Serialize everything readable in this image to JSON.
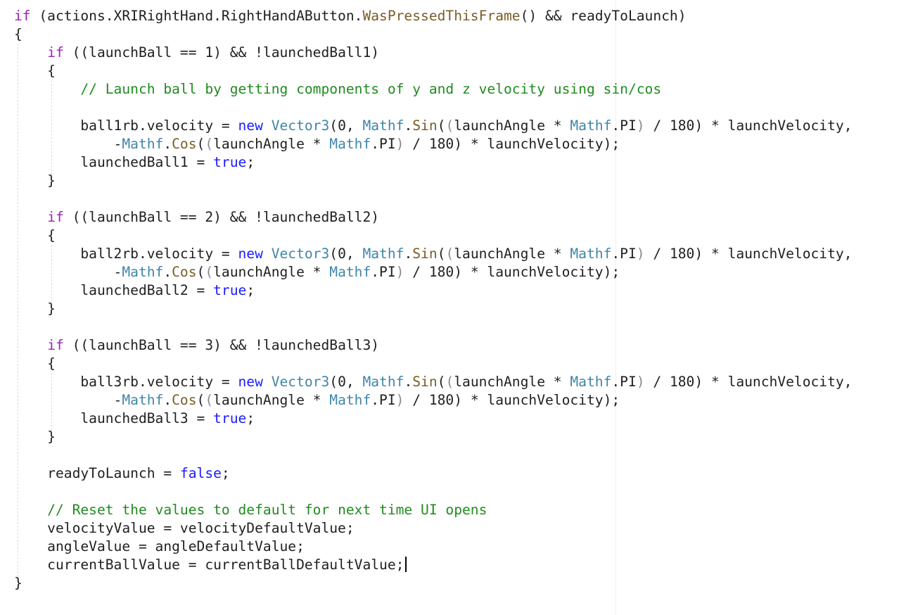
{
  "editor": {
    "lines": [
      [
        {
          "t": "if",
          "c": "kw"
        },
        {
          "t": " (actions.XRIRightHand.RightHandAButton.",
          "c": ""
        },
        {
          "t": "WasPressedThisFrame",
          "c": "mt"
        },
        {
          "t": "() && readyToLaunch)",
          "c": ""
        }
      ],
      [
        {
          "t": "{",
          "c": ""
        }
      ],
      [
        {
          "t": "    ",
          "c": ""
        },
        {
          "t": "if",
          "c": "kw"
        },
        {
          "t": " ((launchBall == 1) && !launchedBall1)",
          "c": ""
        }
      ],
      [
        {
          "t": "    {",
          "c": ""
        }
      ],
      [
        {
          "t": "        ",
          "c": ""
        },
        {
          "t": "// Launch ball by getting components of y and z velocity using sin/cos",
          "c": "cm"
        }
      ],
      [],
      [
        {
          "t": "        ball1rb.velocity = ",
          "c": ""
        },
        {
          "t": "new",
          "c": "bl"
        },
        {
          "t": " ",
          "c": ""
        },
        {
          "t": "Vector3",
          "c": "ty"
        },
        {
          "t": "(0, ",
          "c": ""
        },
        {
          "t": "Mathf",
          "c": "ty"
        },
        {
          "t": ".",
          "c": ""
        },
        {
          "t": "Sin",
          "c": "mt"
        },
        {
          "t": "(",
          "c": ""
        },
        {
          "t": "(",
          "c": "pa"
        },
        {
          "t": "launchAngle * ",
          "c": ""
        },
        {
          "t": "Mathf",
          "c": "ty"
        },
        {
          "t": ".PI",
          "c": ""
        },
        {
          "t": ")",
          "c": "pa"
        },
        {
          "t": " / 180) * launchVelocity,",
          "c": ""
        }
      ],
      [
        {
          "t": "            -",
          "c": ""
        },
        {
          "t": "Mathf",
          "c": "ty"
        },
        {
          "t": ".",
          "c": ""
        },
        {
          "t": "Cos",
          "c": "mt"
        },
        {
          "t": "(",
          "c": ""
        },
        {
          "t": "(",
          "c": "pa"
        },
        {
          "t": "launchAngle * ",
          "c": ""
        },
        {
          "t": "Mathf",
          "c": "ty"
        },
        {
          "t": ".PI",
          "c": ""
        },
        {
          "t": ")",
          "c": "pa"
        },
        {
          "t": " / 180) * launchVelocity);",
          "c": ""
        }
      ],
      [
        {
          "t": "        launchedBall1 = ",
          "c": ""
        },
        {
          "t": "true",
          "c": "bl"
        },
        {
          "t": ";",
          "c": ""
        }
      ],
      [
        {
          "t": "    }",
          "c": ""
        }
      ],
      [],
      [
        {
          "t": "    ",
          "c": ""
        },
        {
          "t": "if",
          "c": "kw"
        },
        {
          "t": " ((launchBall == 2) && !launchedBall2)",
          "c": ""
        }
      ],
      [
        {
          "t": "    {",
          "c": ""
        }
      ],
      [
        {
          "t": "        ball2rb.velocity = ",
          "c": ""
        },
        {
          "t": "new",
          "c": "bl"
        },
        {
          "t": " ",
          "c": ""
        },
        {
          "t": "Vector3",
          "c": "ty"
        },
        {
          "t": "(0, ",
          "c": ""
        },
        {
          "t": "Mathf",
          "c": "ty"
        },
        {
          "t": ".",
          "c": ""
        },
        {
          "t": "Sin",
          "c": "mt"
        },
        {
          "t": "(",
          "c": ""
        },
        {
          "t": "(",
          "c": "pa"
        },
        {
          "t": "launchAngle * ",
          "c": ""
        },
        {
          "t": "Mathf",
          "c": "ty"
        },
        {
          "t": ".PI",
          "c": ""
        },
        {
          "t": ")",
          "c": "pa"
        },
        {
          "t": " / 180) * launchVelocity,",
          "c": ""
        }
      ],
      [
        {
          "t": "            -",
          "c": ""
        },
        {
          "t": "Mathf",
          "c": "ty"
        },
        {
          "t": ".",
          "c": ""
        },
        {
          "t": "Cos",
          "c": "mt"
        },
        {
          "t": "(",
          "c": ""
        },
        {
          "t": "(",
          "c": "pa"
        },
        {
          "t": "launchAngle * ",
          "c": ""
        },
        {
          "t": "Mathf",
          "c": "ty"
        },
        {
          "t": ".PI",
          "c": ""
        },
        {
          "t": ")",
          "c": "pa"
        },
        {
          "t": " / 180) * launchVelocity);",
          "c": ""
        }
      ],
      [
        {
          "t": "        launchedBall2 = ",
          "c": ""
        },
        {
          "t": "true",
          "c": "bl"
        },
        {
          "t": ";",
          "c": ""
        }
      ],
      [
        {
          "t": "    }",
          "c": ""
        }
      ],
      [],
      [
        {
          "t": "    ",
          "c": ""
        },
        {
          "t": "if",
          "c": "kw"
        },
        {
          "t": " ((launchBall == 3) && !launchedBall3)",
          "c": ""
        }
      ],
      [
        {
          "t": "    {",
          "c": ""
        }
      ],
      [
        {
          "t": "        ball3rb.velocity = ",
          "c": ""
        },
        {
          "t": "new",
          "c": "bl"
        },
        {
          "t": " ",
          "c": ""
        },
        {
          "t": "Vector3",
          "c": "ty"
        },
        {
          "t": "(0, ",
          "c": ""
        },
        {
          "t": "Mathf",
          "c": "ty"
        },
        {
          "t": ".",
          "c": ""
        },
        {
          "t": "Sin",
          "c": "mt"
        },
        {
          "t": "(",
          "c": ""
        },
        {
          "t": "(",
          "c": "pa"
        },
        {
          "t": "launchAngle * ",
          "c": ""
        },
        {
          "t": "Mathf",
          "c": "ty"
        },
        {
          "t": ".PI",
          "c": ""
        },
        {
          "t": ")",
          "c": "pa"
        },
        {
          "t": " / 180) * launchVelocity,",
          "c": ""
        }
      ],
      [
        {
          "t": "            -",
          "c": ""
        },
        {
          "t": "Mathf",
          "c": "ty"
        },
        {
          "t": ".",
          "c": ""
        },
        {
          "t": "Cos",
          "c": "mt"
        },
        {
          "t": "(",
          "c": ""
        },
        {
          "t": "(",
          "c": "pa"
        },
        {
          "t": "launchAngle * ",
          "c": ""
        },
        {
          "t": "Mathf",
          "c": "ty"
        },
        {
          "t": ".PI",
          "c": ""
        },
        {
          "t": ")",
          "c": "pa"
        },
        {
          "t": " / 180) * launchVelocity);",
          "c": ""
        }
      ],
      [
        {
          "t": "        launchedBall3 = ",
          "c": ""
        },
        {
          "t": "true",
          "c": "bl"
        },
        {
          "t": ";",
          "c": ""
        }
      ],
      [
        {
          "t": "    }",
          "c": ""
        }
      ],
      [],
      [
        {
          "t": "    readyToLaunch = ",
          "c": ""
        },
        {
          "t": "false",
          "c": "bl"
        },
        {
          "t": ";",
          "c": ""
        }
      ],
      [],
      [
        {
          "t": "    ",
          "c": ""
        },
        {
          "t": "// Reset the values to default for next time UI opens",
          "c": "cm"
        }
      ],
      [
        {
          "t": "    velocityValue = velocityDefaultValue;",
          "c": ""
        }
      ],
      [
        {
          "t": "    angleValue = angleDefaultValue;",
          "c": ""
        }
      ],
      [
        {
          "t": "    currentBallValue = currentBallDefaultValue;",
          "c": ""
        }
      ],
      [
        {
          "t": "}",
          "c": ""
        }
      ]
    ],
    "cursor_line": 30,
    "colors": {
      "keyword_control": "#9b24b5",
      "keyword_literal": "#1a1aff",
      "type_name": "#3f86a8",
      "method_name": "#795e26",
      "comment": "#1f8b1f",
      "paren_highlight": "#8a8a8a",
      "text": "#1f1f1f",
      "background": "#ffffff"
    }
  }
}
